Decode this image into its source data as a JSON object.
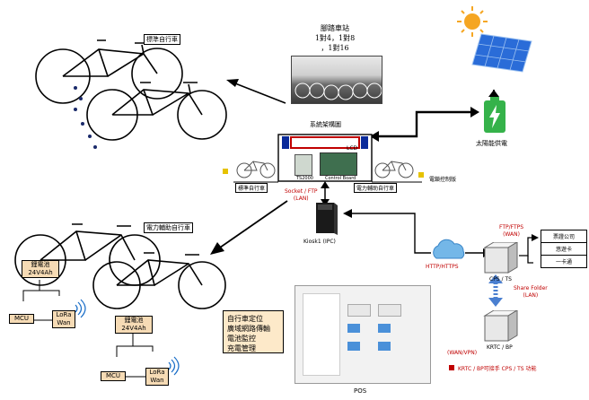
{
  "labels": {
    "standard_bike": "標準自行車",
    "ebike": "電力輔助自行車",
    "station_title": "腳踏車站",
    "station_ratio_1": "1對4，1對8",
    "station_ratio_2": "，1對16",
    "architecture": "系統架構圖",
    "lcd": "LCD",
    "ts2000": "TS2000",
    "control_board": "Control Board",
    "standard_bike_tag": "標準自行車",
    "ebike_tag": "電力輔助自行車",
    "lock_controller": "電鎖控制版",
    "solar": "太陽能供電",
    "socket_ftp": "Socket / FTP",
    "lan": "(LAN)",
    "kiosk": "Kiosk1 (IPC)",
    "http_https": "HTTP/HTTPS",
    "ftp_ftps": "FTP/FTPS",
    "wan": "(WAN)",
    "cps_ts": "CPS / TS",
    "share_folder": "Share Folder",
    "share_lan": "(LAN)",
    "krtc_bp": "KRTC / BP",
    "wan_vpn": "(WAN/VPN)",
    "note": "KRTC / BP可接手  CPS / TS 功能",
    "pos": "POS",
    "battery1": "鋰電池",
    "battery1_spec": "24V4Ah",
    "battery2": "鋰電池",
    "battery2_spec": "24V4Ah",
    "mcu1": "MCU",
    "mcu2": "MCU",
    "lora1_a": "LoRa",
    "lora1_b": "Wan",
    "lora2_a": "LoRa",
    "lora2_b": "Wan",
    "feature_1": "自行車定位",
    "feature_2": "廣域網路傳輸",
    "feature_3": "電池監控",
    "feature_4": "充電管理",
    "partner_1": "票證公司",
    "partner_2": "悠遊卡",
    "partner_3": "一卡通"
  },
  "colors": {
    "red": "#c00000",
    "lcd_frame": "#0a2a9a",
    "solar_blue": "#2a6cd8",
    "battery_green": "#35b24a",
    "tan": "#fde9c9",
    "battery_fill": "#f6dbb5",
    "cloud": "#74b7e8",
    "share_arrow": "#4a7fd0"
  },
  "icons": [
    "sun-icon",
    "solar-panel-icon",
    "battery-icon",
    "cloud-icon",
    "server-icon",
    "kiosk-icon",
    "wireless-icon",
    "bicycle-icon"
  ]
}
